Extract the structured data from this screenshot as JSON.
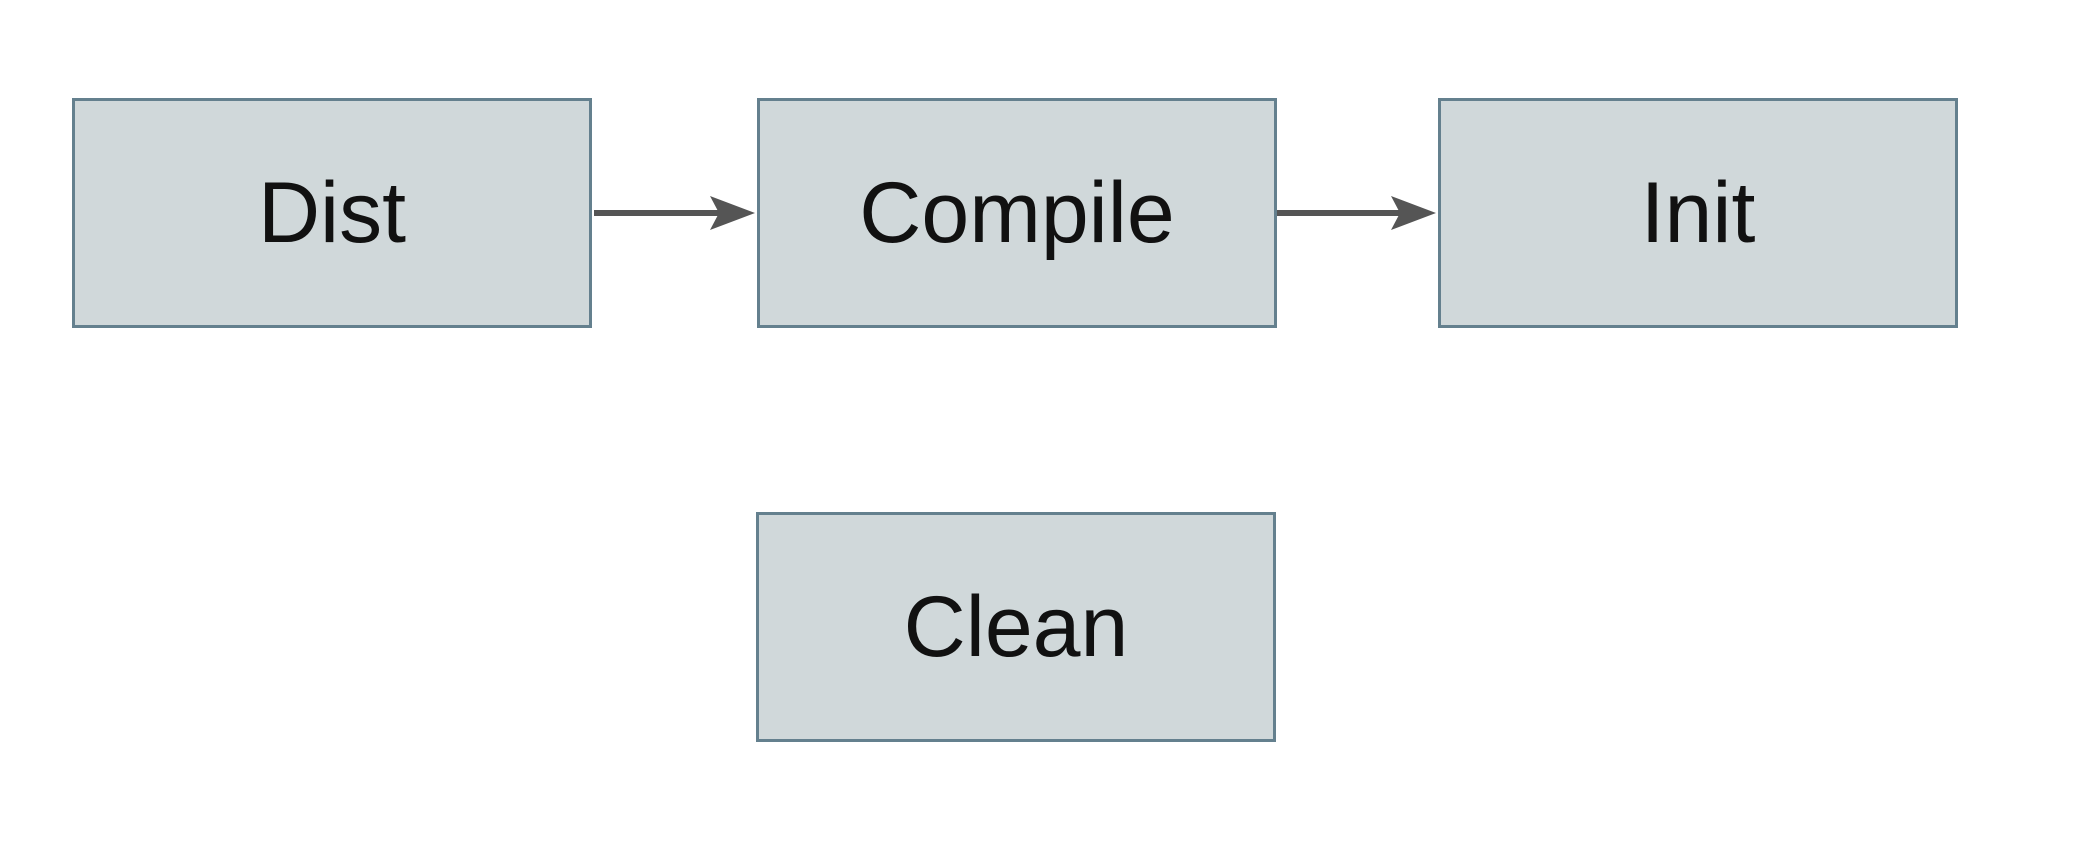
{
  "diagram": {
    "nodes": [
      {
        "id": "dist",
        "label": "Dist"
      },
      {
        "id": "compile",
        "label": "Compile"
      },
      {
        "id": "init",
        "label": "Init"
      },
      {
        "id": "clean",
        "label": "Clean"
      }
    ],
    "edges": [
      {
        "from": "Dist",
        "to": "Compile",
        "direction": "right"
      },
      {
        "from": "Compile",
        "to": "Init",
        "direction": "right"
      }
    ],
    "colors": {
      "background": "#ffffff",
      "node_fill": "#d0d8da",
      "node_border": "#64808e",
      "arrow": "#555555",
      "text": "#111111"
    }
  }
}
